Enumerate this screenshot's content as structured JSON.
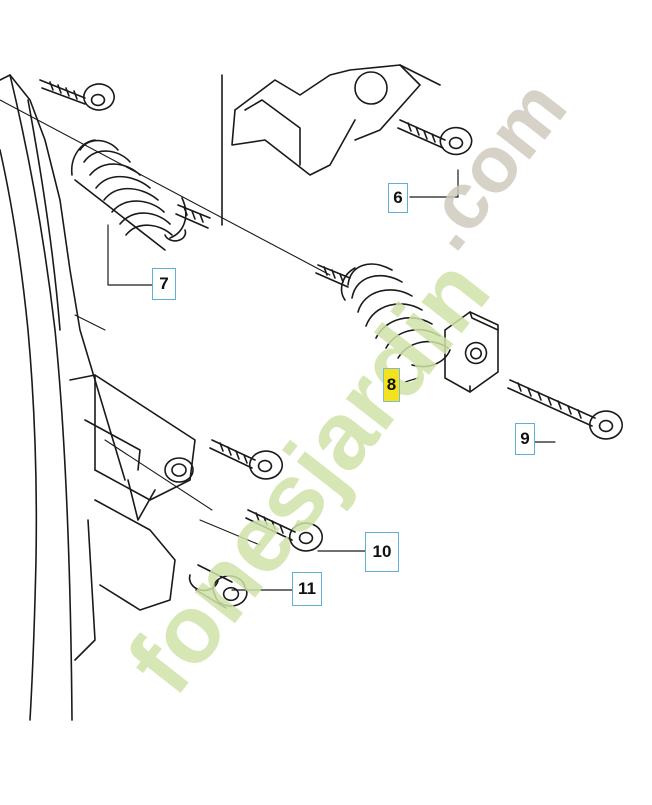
{
  "callouts": [
    {
      "label": "6",
      "part": "screw",
      "highlighted": false
    },
    {
      "label": "7",
      "part": "rear-spring-antivibration",
      "highlighted": false
    },
    {
      "label": "8",
      "part": "front-spring-antivibration",
      "highlighted": true
    },
    {
      "label": "9",
      "part": "long-screw",
      "highlighted": false
    },
    {
      "label": "10",
      "part": "screw",
      "highlighted": false
    },
    {
      "label": "11",
      "part": "bushing",
      "highlighted": false
    }
  ],
  "watermark": {
    "green_text": "fonesjardin",
    "grey_text": ".com"
  },
  "colors": {
    "line": "#1a1a1a",
    "callout_border": "#5fb0d8",
    "highlight": "#f4e21c",
    "watermark_green": "#cfe3a8",
    "watermark_grey": "#cfcabd",
    "watermark_orange": "#f3c79a"
  }
}
